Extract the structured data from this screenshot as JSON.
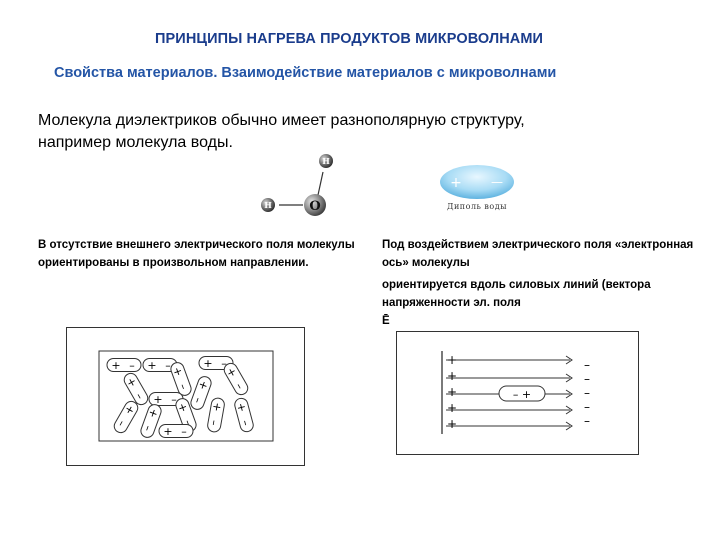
{
  "header": {
    "title": "ПРИНЦИПЫ НАГРЕВА ПРОДУКТОВ МИКРОВОЛНАМИ",
    "subtitle": "Свойства материалов. Взаимодействие материалов с микроволнами"
  },
  "intro": {
    "line1": "Молекула диэлектриков обычно имеет разнополярную структуру,",
    "line2": "например молекула воды."
  },
  "molecule": {
    "hydrogen": "H",
    "oxygen": "O"
  },
  "dipole": {
    "plus": "+",
    "minus": "—",
    "label": "Диполь воды"
  },
  "captions": {
    "left": "В отсутствие внешнего электрического поля молекулы ориентированы в произвольном направлении.",
    "right_line1": "Под воздействием электрического поля «электронная ось» молекулы",
    "right_line2": "ориентируется вдоль силовых линий (вектора напряженности эл. поля",
    "right_line3": "Ē"
  },
  "field_diagram": {
    "plus": "+",
    "minus": "–",
    "dipole_label": "–  +"
  },
  "colors": {
    "title": "#1a3c8c",
    "subtitle": "#2455a6",
    "dipole_fill": "#a9dcf5"
  }
}
